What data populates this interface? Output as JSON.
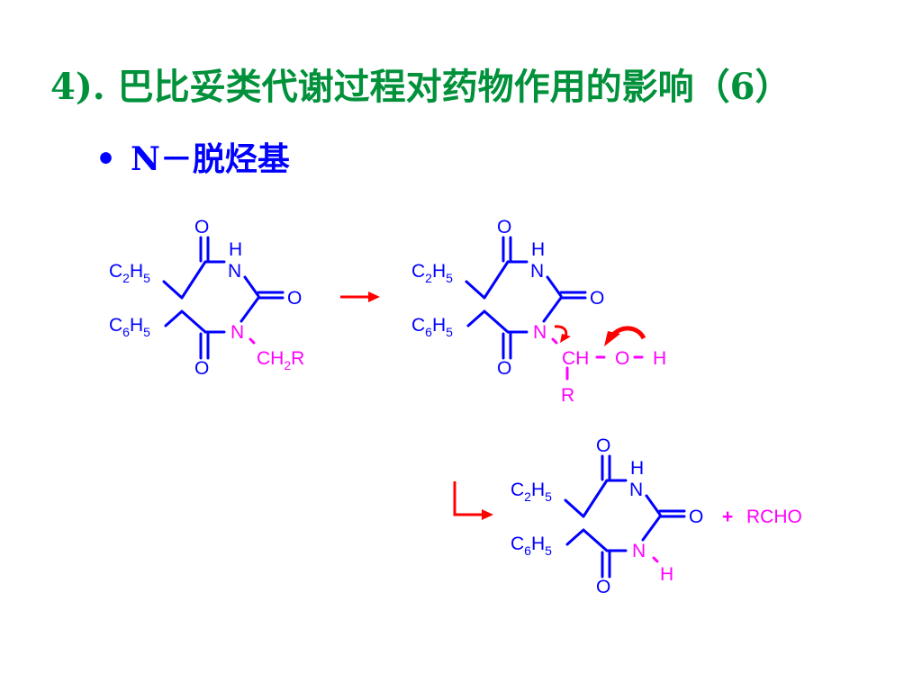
{
  "title": "4). 巴比妥类代谢过程对药物作用的影响（6）",
  "bullet": {
    "symbol": "•",
    "text": "N－脱烃基"
  },
  "atoms": {
    "O": "O",
    "H": "H",
    "N": "N",
    "C": "C",
    "R": "R"
  },
  "subscripts": {
    "two": "2",
    "five": "5",
    "six": "6"
  },
  "groups": {
    "ch_left": "CH",
    "ch_right": "R",
    "o_h_o": "O",
    "o_h_h": "H",
    "plus": "+",
    "rcho": "RCHO"
  },
  "colors": {
    "title": "#00913a",
    "structure": "#0000ff",
    "highlight": "#ff00ff",
    "arrow": "#ff0000"
  }
}
